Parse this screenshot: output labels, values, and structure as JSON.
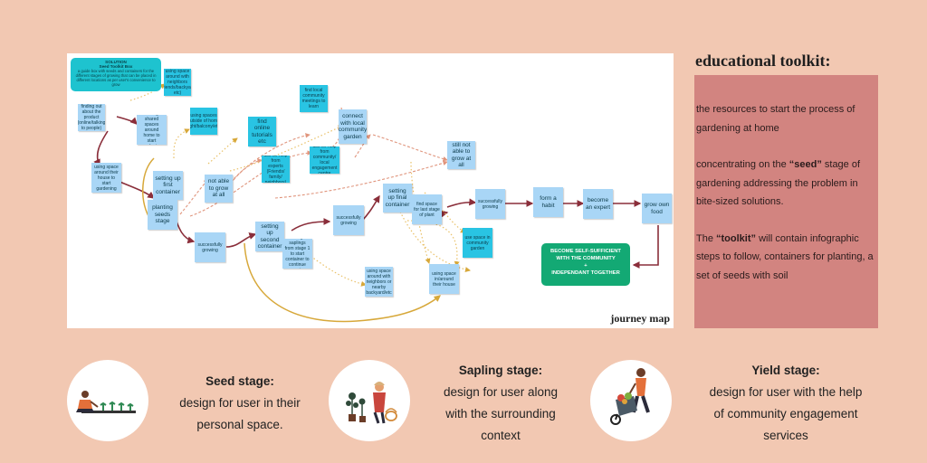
{
  "journey": {
    "caption": "journey map",
    "solution": {
      "heading": "SOLUTION",
      "subheading": "Seed Toolkit Box",
      "body": "a guide box with seeds and containers for the different stages of growing that can be placed in different locations as per user's convenience to grow"
    },
    "notes": {
      "n1": "finding out about the product (online/talking to people)",
      "n2": "using space around with neighbors (friends/backyard etc)",
      "n3": "finding shared spaces around home to start gardening",
      "n4": "using spaces outside of home (light/balcony/etc)",
      "n5": "using space around their house to start gardening",
      "n6": "setting up first container",
      "n7": "planting seeds stage",
      "n8": "not able to grow at all",
      "n9": "find online tutorials etc",
      "n10": "find local community meetings to learn",
      "n11": "ask for help from experts (Friends/ family/ neighbors)",
      "n12": "ask for help from community/ local engagement centre",
      "n13": "connect with local community garden",
      "n14": "still not able to grow at all",
      "n15": "successfully growing",
      "n16": "setting up second container",
      "n17": "using saplings from stage 1 to start container to continue growing",
      "n18": "successfully growing",
      "n19": "setting up final container",
      "n20": "find space for last stage of plant",
      "n21": "successfully growing",
      "n22": "form a habit",
      "n23": "become an expert",
      "n24": "grow own food",
      "n25": "use space in community garden",
      "n26": "using space around with neighbors or nearby backyard/etc",
      "n27": "using space in/around their house"
    },
    "goal": {
      "line1": "BECOME SELF-SUFFICIENT",
      "line2": "WITH THE COMMUNITY",
      "line3": "+",
      "line4": "INDEPENDANT TOGETHER"
    }
  },
  "toolkit": {
    "title": "educational toolkit:",
    "p1": "the resources to start the process of gardening at home",
    "p2_pre": "concentrating on the ",
    "p2_bold": "“seed”",
    "p2_post": " stage of gardening addressing the problem in bite-sized solutions.",
    "p3_pre": "The ",
    "p3_bold": "“toolkit”",
    "p3_post": " will contain infographic steps to follow, containers for planting, a set of seeds with soil"
  },
  "stages": [
    {
      "title": "Seed stage:",
      "desc1": "design for user in their",
      "desc2": "personal space.",
      "desc3": ""
    },
    {
      "title": "Sapling stage:",
      "desc1": "design for user along",
      "desc2": "with the surrounding",
      "desc3": "context"
    },
    {
      "title": "Yield stage:",
      "desc1": "design for user with the help",
      "desc2": "of community engagement",
      "desc3": "services"
    }
  ],
  "colors": {
    "background": "#f2c8b2",
    "toolkit_panel": "#d28480",
    "sticky_note": "#29c4e3",
    "sticky_note_light": "#a9d6f6",
    "goal_box": "#13a974",
    "main_path": "#8a2e3a",
    "alt_path_dashed": "#e0957d",
    "community_path_dotted": "#e9c168",
    "loop_path": "#d7a83a"
  },
  "illustrations": [
    "person-planting-seedlings",
    "person-with-sapling-pots-and-basket",
    "person-pushing-wheelbarrow-with-vegetables"
  ]
}
